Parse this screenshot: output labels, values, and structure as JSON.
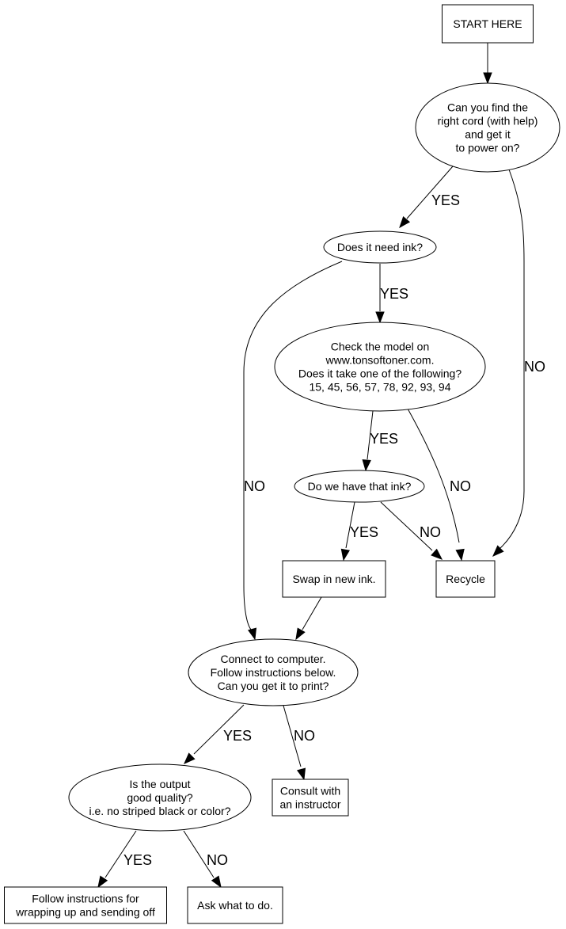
{
  "diagram": {
    "type": "flowchart",
    "nodes": {
      "start": {
        "shape": "box",
        "lines": [
          "START HERE"
        ]
      },
      "cord": {
        "shape": "ellipse",
        "lines": [
          "Can you find the",
          "right cord (with help)",
          "and get it",
          "to power on?"
        ]
      },
      "ink": {
        "shape": "ellipse",
        "lines": [
          "Does it need ink?"
        ]
      },
      "model": {
        "shape": "ellipse",
        "lines": [
          "Check the model on",
          "www.tonsoftoner.com.",
          "Does it take one of the following?",
          "15, 45, 56, 57, 78, 92, 93, 94"
        ]
      },
      "have_ink": {
        "shape": "ellipse",
        "lines": [
          "Do we have that ink?"
        ]
      },
      "swap": {
        "shape": "box",
        "lines": [
          "Swap in new ink."
        ]
      },
      "recycle": {
        "shape": "box",
        "lines": [
          "Recycle"
        ]
      },
      "connect": {
        "shape": "ellipse",
        "lines": [
          "Connect to computer.",
          "Follow instructions below.",
          "Can you get it to print?"
        ]
      },
      "quality": {
        "shape": "ellipse",
        "lines": [
          "Is the output",
          "good quality?",
          "i.e. no striped black or color?"
        ]
      },
      "consult": {
        "shape": "box",
        "lines": [
          "Consult with",
          "an instructor"
        ]
      },
      "follow": {
        "shape": "box",
        "lines": [
          "Follow instructions for",
          "wrapping up and sending off"
        ]
      },
      "ask": {
        "shape": "box",
        "lines": [
          "Ask what to do."
        ]
      }
    },
    "edges": [
      {
        "from": "start",
        "to": "cord",
        "label": ""
      },
      {
        "from": "cord",
        "to": "ink",
        "label": "YES"
      },
      {
        "from": "cord",
        "to": "recycle",
        "label": "NO"
      },
      {
        "from": "ink",
        "to": "model",
        "label": "YES"
      },
      {
        "from": "ink",
        "to": "connect",
        "label": "NO"
      },
      {
        "from": "model",
        "to": "have_ink",
        "label": "YES"
      },
      {
        "from": "model",
        "to": "recycle",
        "label": "NO"
      },
      {
        "from": "have_ink",
        "to": "swap",
        "label": "YES"
      },
      {
        "from": "have_ink",
        "to": "recycle",
        "label": "NO"
      },
      {
        "from": "swap",
        "to": "connect",
        "label": ""
      },
      {
        "from": "connect",
        "to": "quality",
        "label": "YES"
      },
      {
        "from": "connect",
        "to": "consult",
        "label": "NO"
      },
      {
        "from": "quality",
        "to": "follow",
        "label": "YES"
      },
      {
        "from": "quality",
        "to": "ask",
        "label": "NO"
      }
    ]
  }
}
